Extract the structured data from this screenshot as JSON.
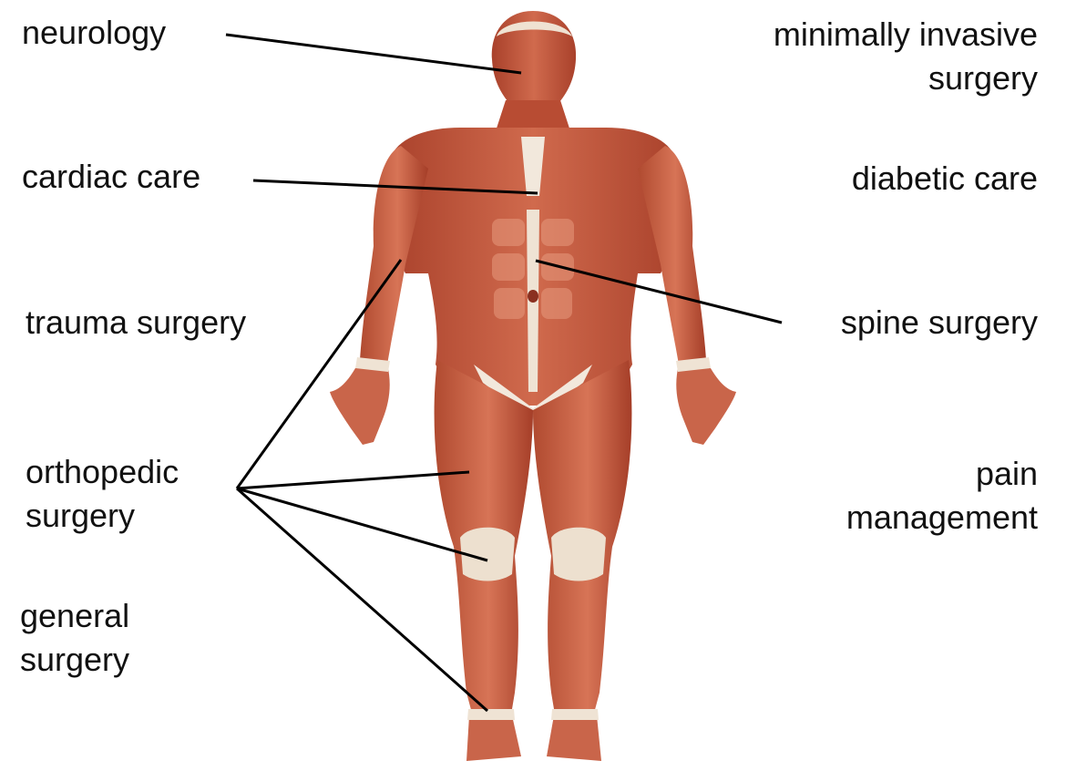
{
  "labels": {
    "neurology": "neurology",
    "minimally_invasive": "minimally invasive\nsurgery",
    "cardiac_care": "cardiac care",
    "diabetic_care": "diabetic care",
    "trauma_surgery": "trauma surgery",
    "spine_surgery": "spine surgery",
    "orthopedic_surgery": "orthopedic\nsurgery",
    "pain_management": "pain\nmanagement",
    "general_surgery": "general\nsurgery"
  },
  "colors": {
    "muscle": "#c4553a",
    "muscle_dark": "#9e3a26",
    "muscle_light": "#dc7a5e",
    "tendon": "#f1e6d8",
    "leader_line": "#000000",
    "text": "#111111"
  }
}
